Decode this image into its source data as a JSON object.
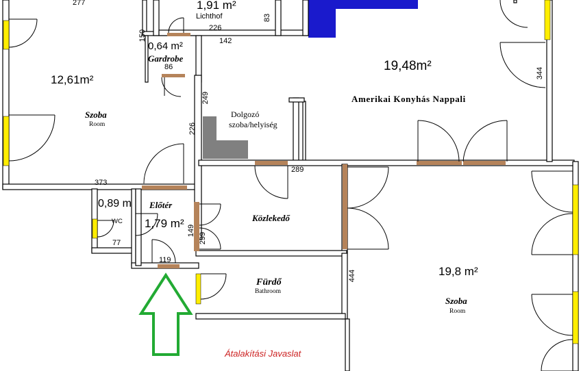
{
  "colors": {
    "wall": "#000000",
    "new_door": "#b5835a",
    "window": "#ffee00",
    "blue_block": "#1a1acc",
    "grey_block": "#808080",
    "entry_arrow": "#22aa33",
    "caption": "#cc2222"
  },
  "rooms": {
    "room_left": {
      "area": "12,61m²",
      "name": "Szoba",
      "sub": "Room"
    },
    "lichthof": {
      "area": "1,91 m²",
      "name": "Lichthof"
    },
    "gardrobe": {
      "area": "0,64 m²",
      "name": "Gardrobe"
    },
    "living": {
      "area": "19,48m²",
      "name": "Amerikai Konyhás Nappali"
    },
    "work": {
      "line1": "Dolgozó",
      "line2": "szoba/helyiség"
    },
    "wc": {
      "area": "0,89 m",
      "name": "WC"
    },
    "eloter": {
      "area": "1,79 m²",
      "name": "Előtér"
    },
    "kozlekedo": {
      "name": "Közlekedő"
    },
    "furdo": {
      "name": "Fürdő",
      "sub": "Bathroom"
    },
    "room_right": {
      "area": "19,8 m²",
      "name": "Szoba",
      "sub": "Room"
    }
  },
  "dimensions": {
    "d277": "277",
    "d83": "83",
    "d150": "150",
    "d226_top": "226",
    "d142": "142",
    "d86": "86",
    "d344": "344",
    "d249": "249",
    "d226_side": "226",
    "d373": "373",
    "d289": "289",
    "d77": "77",
    "d149": "149",
    "d299": "299",
    "d119": "119",
    "d444": "444"
  },
  "caption": "Átalakítási Javaslat"
}
